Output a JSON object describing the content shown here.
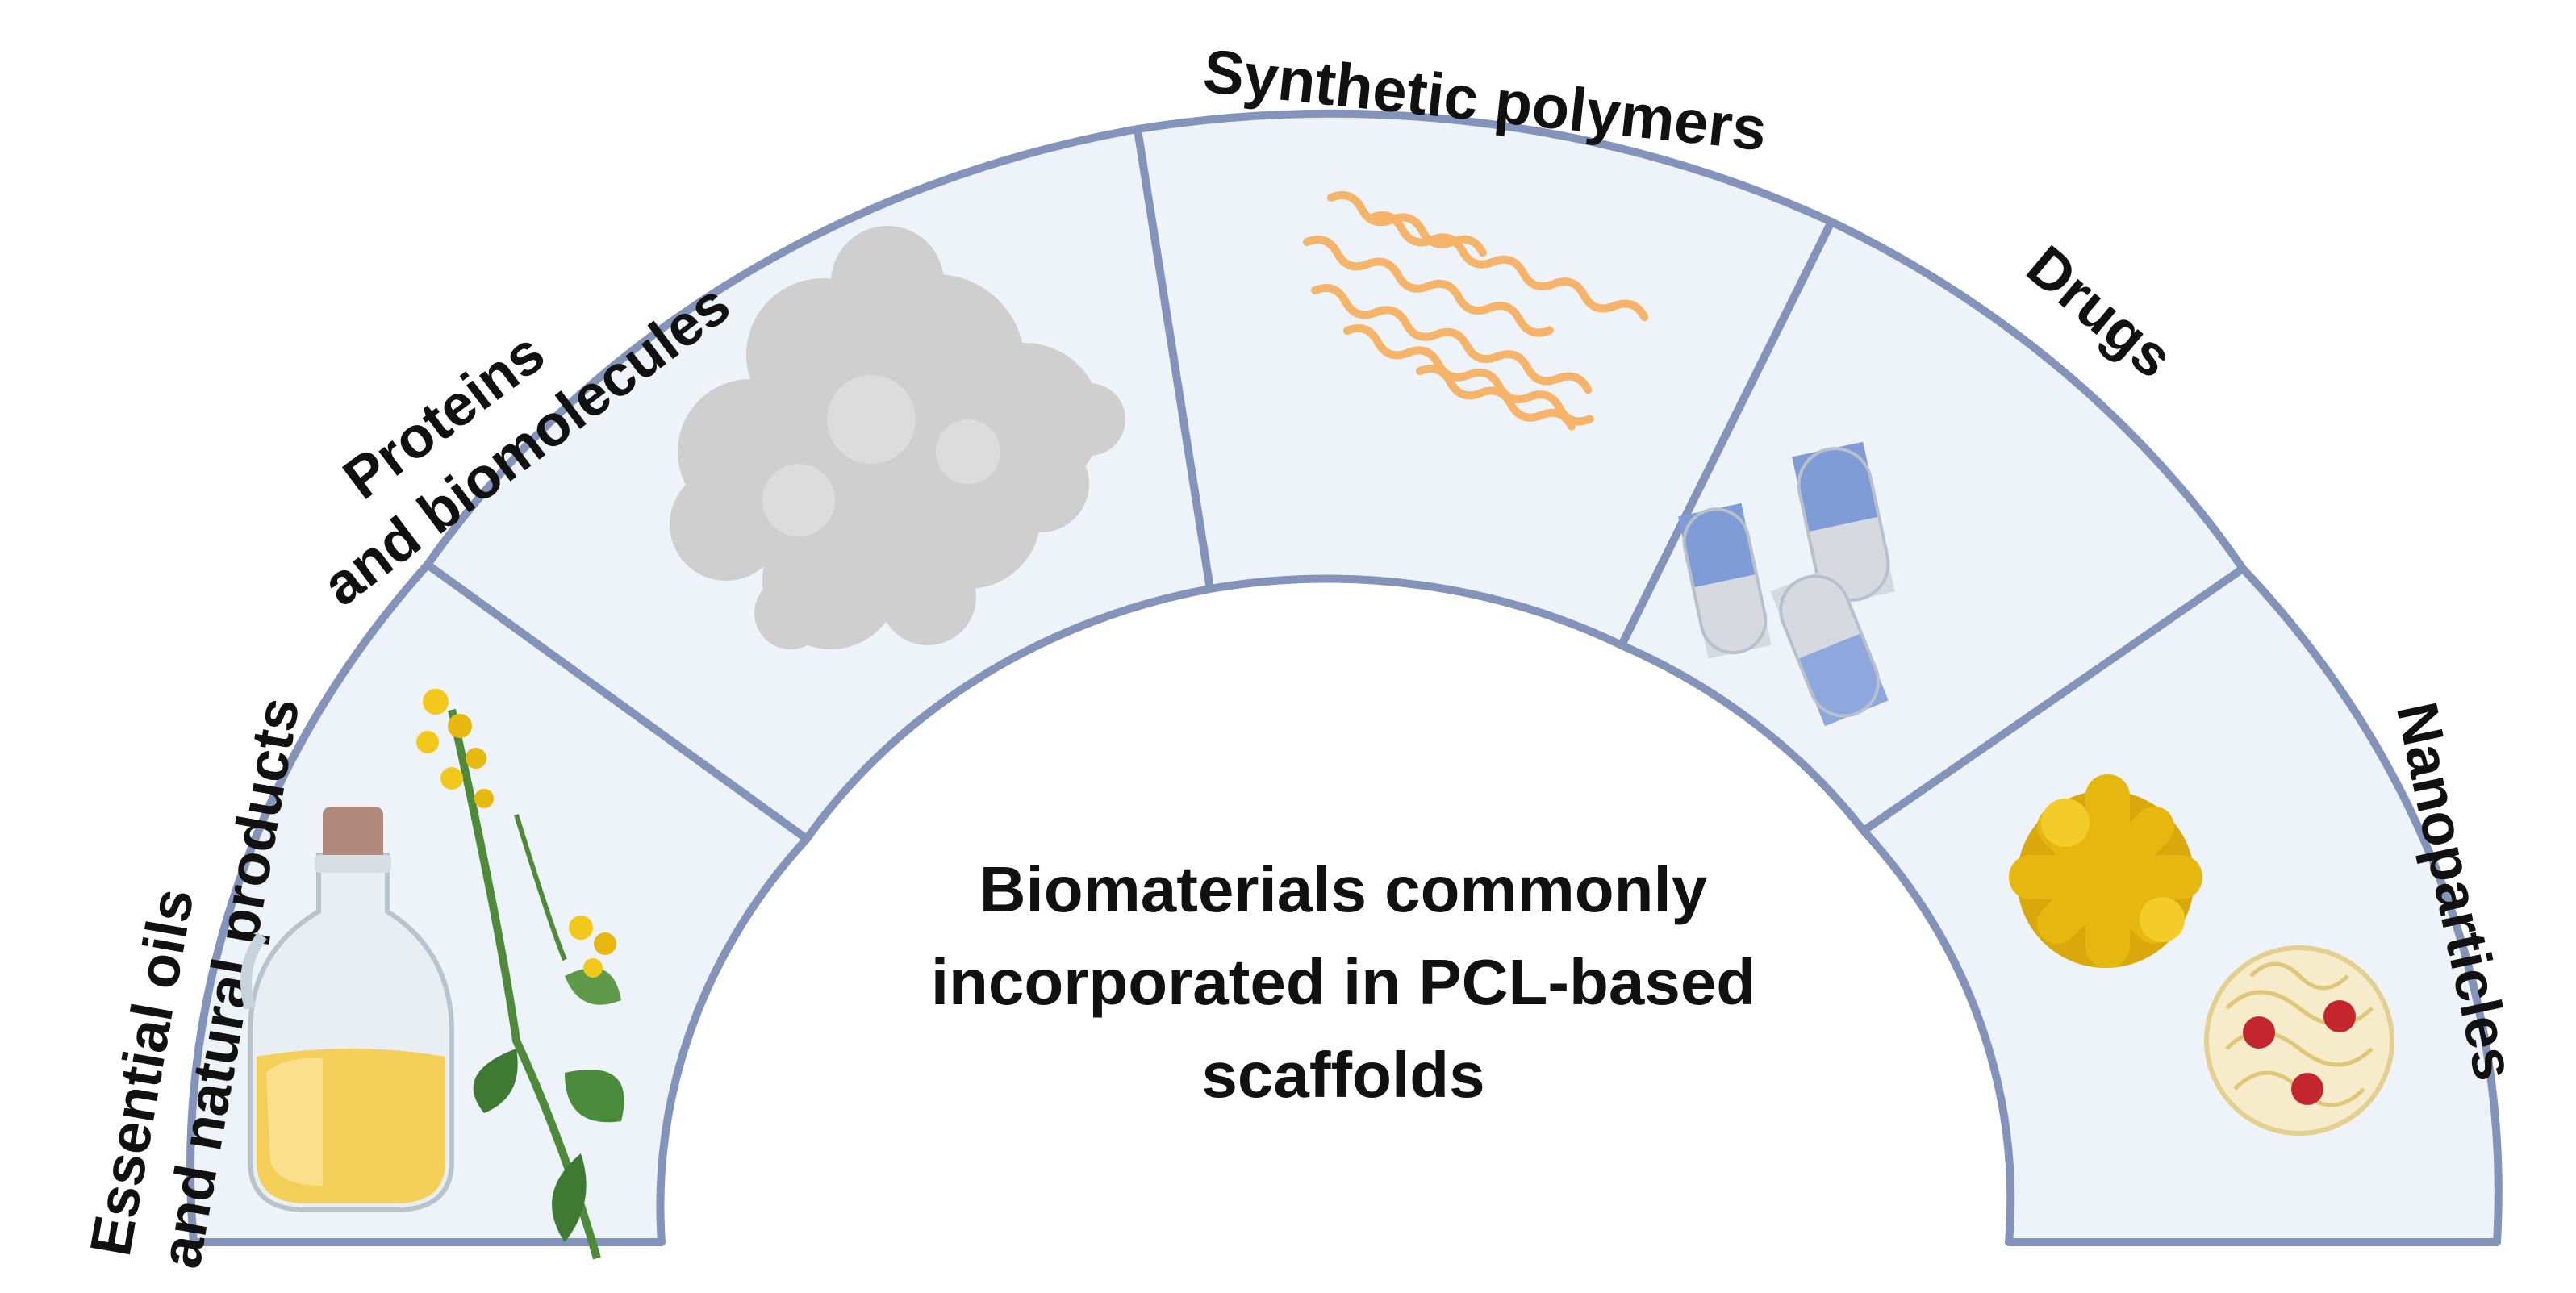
{
  "center_title": {
    "line1": "Biomaterials commonly",
    "line2": "incorporated in PCL-based",
    "line3": "scaffolds"
  },
  "segments": [
    {
      "label_line1": "Essential oils",
      "label_line2": "and natural products",
      "icon": "oil-bottle-and-rapeseed-flower-icon"
    },
    {
      "label_line1": "Proteins",
      "label_line2": "and biomolecules",
      "icon": "protein-cloud-icon"
    },
    {
      "label_line1": "Synthetic polymers",
      "icon": "wavy-polymer-chains-icon"
    },
    {
      "label_line1": "Drugs",
      "icon": "capsules-icon"
    },
    {
      "label_line1": "Nanoparticles",
      "icon": "nanoparticles-icon"
    }
  ],
  "colors": {
    "segment_fill": "#eef2f9",
    "outline": "#8393b9",
    "polymer": "#f6b36a",
    "capsule_blue": "#7f9cd6",
    "capsule_grey": "#d6dae0",
    "protein": "#cfcfcf",
    "oil": "#f4cf5a",
    "nanoparticle_gold": "#e6b70e",
    "nanoparticle_red": "#c4262e"
  }
}
